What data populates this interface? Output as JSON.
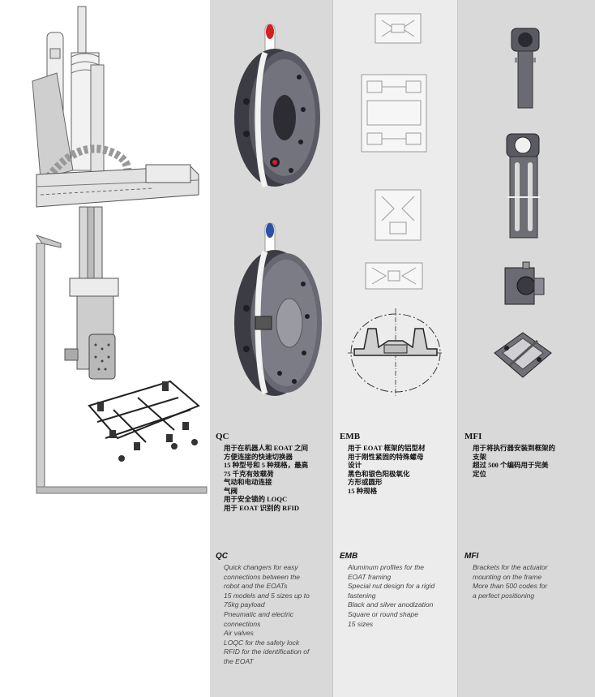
{
  "qc": {
    "cn_title": "QC",
    "cn_items": [
      "用于在机器人和 EOAT 之间",
      "方便连接的快速切换器",
      "15 种型号和 5 种规格，最高",
      "75 千克有效载荷",
      "气动和电动连接",
      "气阀",
      "用于安全锁的 LOQC",
      "用于 EOAT 识别的 RFID"
    ],
    "en_title": "QC",
    "en_items": [
      "Quick changers for easy",
      "connections between the",
      "robot and the EOATs",
      "15 models and 5 sizes up to",
      "75kg payload",
      "Pneumatic and electric",
      "connections",
      "Air valves",
      "LOQC for the safety lock",
      "RFID for the identification of",
      "the EOAT"
    ]
  },
  "emb": {
    "cn_title": "EMB",
    "cn_items": [
      "用于 EOAT 框架的铝型材",
      "用于刚性紧固的特殊螺母",
      "设计",
      "黑色和银色阳极氧化",
      "方形或圆形",
      "15 种规格"
    ],
    "en_title": "EMB",
    "en_items": [
      "Aluminum profiles for the",
      "EOAT framing",
      "Special nut design for a rigid",
      "fastening",
      "Black and silver anodization",
      "Square or round shape",
      "15 sizes"
    ]
  },
  "mfi": {
    "cn_title": "MFI",
    "cn_items": [
      "用于将执行器安装到框架的",
      "支架",
      "超过 500 个编码用于完美",
      "定位"
    ],
    "en_title": "MFI",
    "en_items": [
      "Brackets for the actuator",
      "mounting on the frame",
      "More than 500 codes for",
      "a perfect positioning"
    ]
  },
  "colors": {
    "panel_dark": "#d9d9d9",
    "panel_light": "#ececec",
    "qc_red_tab": "#d42020",
    "qc_blue_tab": "#2c4fa8",
    "metal_dark": "#3c3c44"
  },
  "icons": [
    "robot-arm-illustration",
    "quick-changer-red",
    "quick-changer-blue",
    "aluminum-profile-drawings",
    "profile-section-drawing",
    "bracket-images"
  ]
}
